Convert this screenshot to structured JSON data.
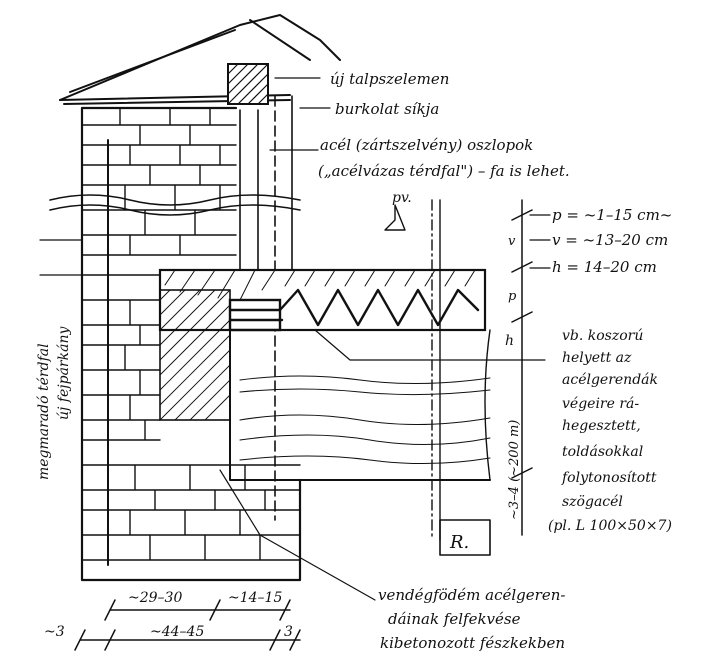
{
  "annotations": {
    "new_sill_plate": "új talpszelemen",
    "cladding_plane": "burkolat síkja",
    "steel_column_line1": "acél (zártszelvény) oszlopok",
    "steel_column_line2": "(„acélvázas térdfal\") – fa is lehet.",
    "p_dim": "p = ~1–15 cm~",
    "v_dim": "v = ~13–20 cm",
    "h_dim": "h = 14–20 cm",
    "ring_beam_note": [
      "vb. koszorú",
      "helyett az",
      "acélgerendák",
      "végeire rá-",
      "hegesztett,",
      "toldásokkal",
      "folytonosított",
      "szögacél",
      "(pl. L 100×50×7)"
    ],
    "guest_floor_note": [
      "vendégfödém acélgeren-",
      "dáinak felfekvése",
      "kibetonozott fészkekben"
    ],
    "left_wall_label1": "megmaradó térdfal",
    "left_wall_label2": "új fejpárkány",
    "pv_label": "pv.",
    "r_label": "R.",
    "h_vertical_label": "h",
    "vertical_range_label": "~3–4 (~200 m)",
    "v_side": "v",
    "p_side": "p"
  },
  "dimensions": {
    "d1": "~29–30",
    "d2": "~14–15",
    "d3": "~3",
    "d4": "~44–45",
    "d5": "3"
  }
}
